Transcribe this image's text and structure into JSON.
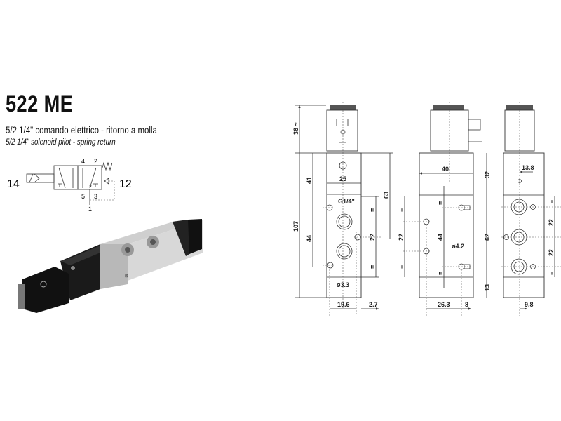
{
  "header": {
    "title": "522 ME",
    "subtitle_it": "5/2 1/4\" comando elettrico - ritorno a molla",
    "subtitle_en": "5/2 1/4\" solenoid pilot - spring return"
  },
  "symbol": {
    "port_14": "14",
    "port_12": "12",
    "port_4": "4",
    "port_2": "2",
    "port_5": "5",
    "port_3": "3",
    "port_1": "1"
  },
  "front_view": {
    "d_36": "36 ~",
    "d_107": "107",
    "d_41": "41",
    "d_44": "44",
    "d_25": "25",
    "d_63": "63",
    "d_22": "22",
    "thread": "G1/4\"",
    "hole": "ø3.3",
    "d_19_6": "19.6",
    "d_2_7": "2.7",
    "eq1": "=",
    "eq2": "="
  },
  "side_view": {
    "d_40": "40",
    "d_32": "32",
    "d_62": "62",
    "d_13": "13",
    "d_22": "22",
    "d_44": "44",
    "hole": "ø4.2",
    "d_26_3": "26.3",
    "d_8": "8",
    "eq1": "=",
    "eq2": "=",
    "eq3": "=",
    "eq4": "="
  },
  "end_view": {
    "d_13_8": "13.8",
    "d_22a": "22",
    "d_22b": "22",
    "d_9_8": "9.8",
    "eq1": "=",
    "eq2": "="
  }
}
